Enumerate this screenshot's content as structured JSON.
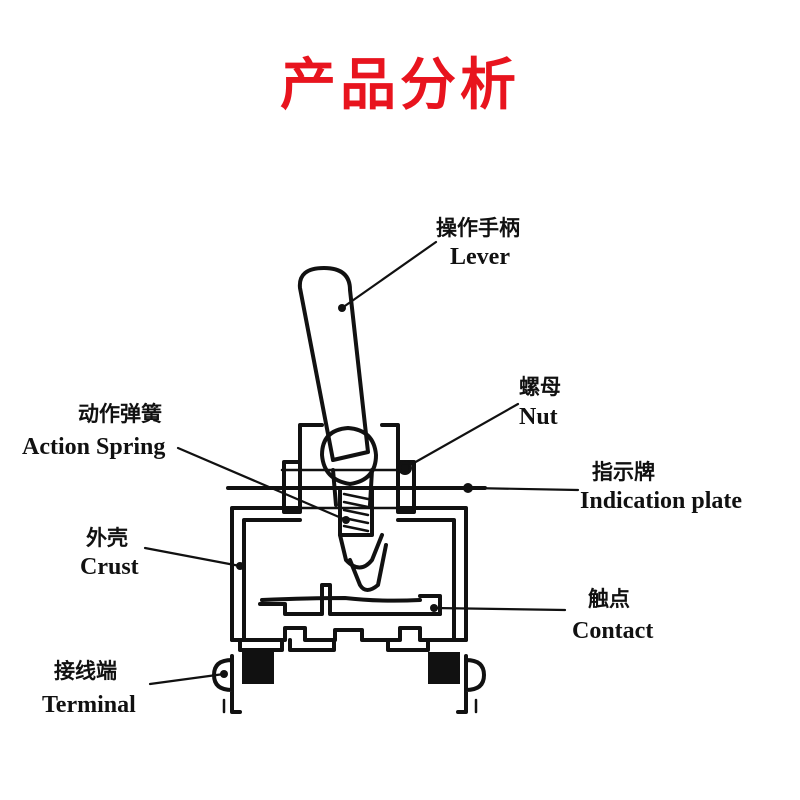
{
  "title": "产品分析",
  "colors": {
    "title": "#e8141e",
    "ink": "#111111"
  },
  "labels": {
    "lever": {
      "zh": "操作手柄",
      "en": "Lever"
    },
    "nut": {
      "zh": "螺母",
      "en": "Nut"
    },
    "spring": {
      "zh": "动作弹簧",
      "en": "Action Spring"
    },
    "indication": {
      "zh": "指示牌",
      "en": "Indication plate"
    },
    "crust": {
      "zh": "外壳",
      "en": "Crust"
    },
    "contact": {
      "zh": "触点",
      "en": "Contact"
    },
    "terminal": {
      "zh": "接线端",
      "en": "Terminal"
    }
  }
}
